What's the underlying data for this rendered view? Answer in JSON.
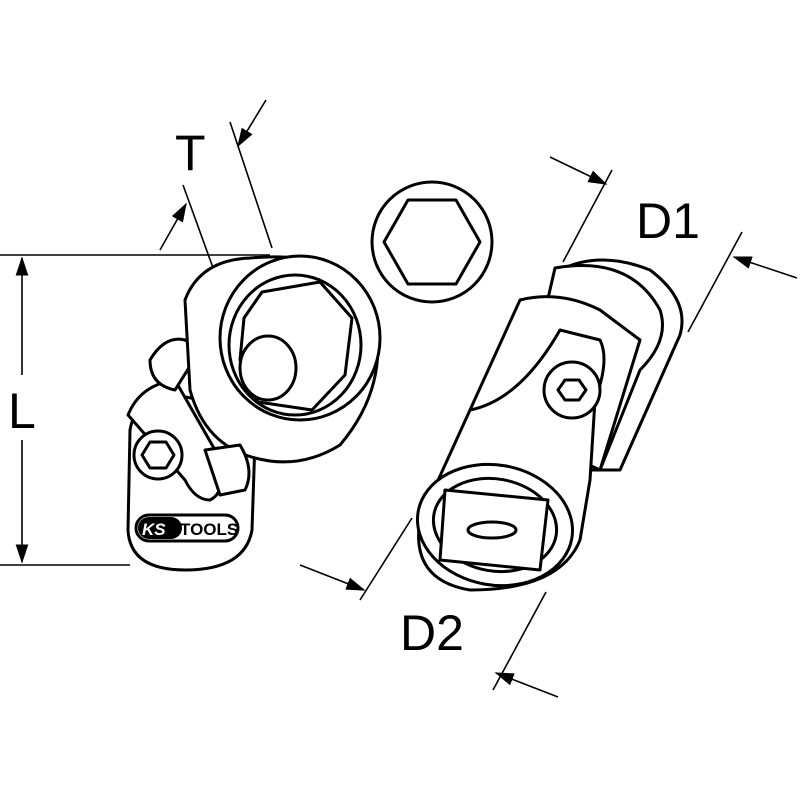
{
  "labels": {
    "t": "T",
    "l": "L",
    "d1": "D1",
    "d2": "D2"
  },
  "logo": {
    "text": "KS TOOLS",
    "ks": "KS",
    "tools": "TOOLS"
  },
  "colors": {
    "line": "#000000",
    "background": "#ffffff"
  }
}
